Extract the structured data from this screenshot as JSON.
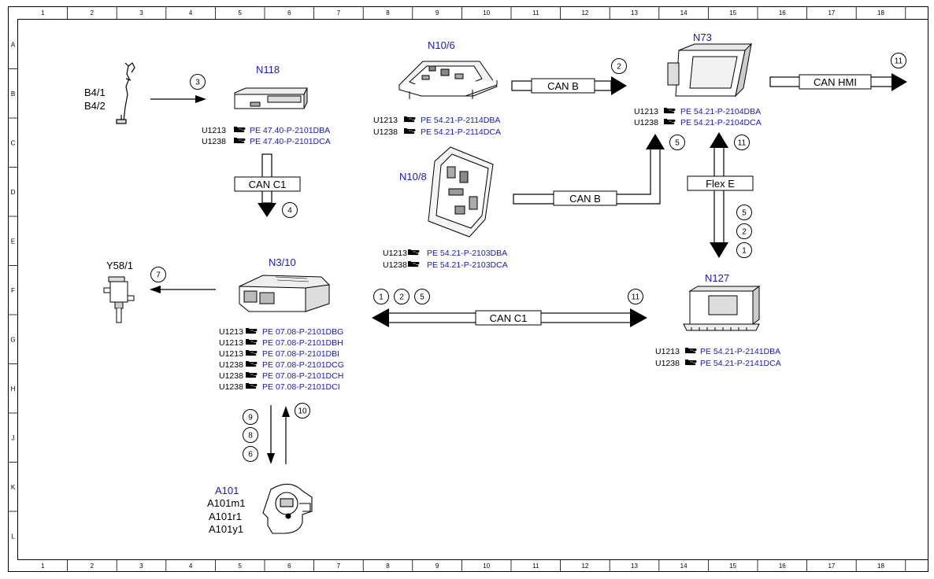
{
  "grid": {
    "columns": [
      "1",
      "2",
      "3",
      "4",
      "5",
      "6",
      "7",
      "8",
      "9",
      "10",
      "11",
      "12",
      "13",
      "14",
      "15",
      "16",
      "17",
      "18"
    ],
    "rows": [
      "A",
      "B",
      "C",
      "D",
      "E",
      "F",
      "G",
      "H",
      "J",
      "K",
      "L"
    ]
  },
  "components": {
    "b4": {
      "labels": [
        "B4/1",
        "B4/2"
      ]
    },
    "n118": {
      "title": "N118",
      "refs": [
        {
          "code": "U1213",
          "doc": "PE 47.40-P-2101DBA"
        },
        {
          "code": "U1238",
          "doc": "PE 47.40-P-2101DCA"
        }
      ]
    },
    "n10_6": {
      "title": "N10/6",
      "refs": [
        {
          "code": "U1213",
          "doc": "PE 54.21-P-2114DBA"
        },
        {
          "code": "U1238",
          "doc": "PE 54.21-P-2114DCA"
        }
      ]
    },
    "n10_8": {
      "title": "N10/8",
      "refs": [
        {
          "code": "U1213",
          "doc": "PE 54.21-P-2103DBA"
        },
        {
          "code": "U1238",
          "doc": "PE 54.21-P-2103DCA"
        }
      ]
    },
    "n73": {
      "title": "N73",
      "refs": [
        {
          "code": "U1213",
          "doc": "PE 54.21-P-2104DBA"
        },
        {
          "code": "U1238",
          "doc": "PE 54.21-P-2104DCA"
        }
      ]
    },
    "n3_10": {
      "title": "N3/10",
      "refs": [
        {
          "code": "U1213",
          "doc": "PE 07.08-P-2101DBG"
        },
        {
          "code": "U1213",
          "doc": "PE 07.08-P-2101DBH"
        },
        {
          "code": "U1213",
          "doc": "PE 07.08-P-2101DBI"
        },
        {
          "code": "U1238",
          "doc": "PE 07.08-P-2101DCG"
        },
        {
          "code": "U1238",
          "doc": "PE 07.08-P-2101DCH"
        },
        {
          "code": "U1238",
          "doc": "PE 07.08-P-2101DCI"
        }
      ]
    },
    "n127": {
      "title": "N127",
      "refs": [
        {
          "code": "U1213",
          "doc": "PE 54.21-P-2141DBA"
        },
        {
          "code": "U1238",
          "doc": "PE 54.21-P-2141DCA"
        }
      ]
    },
    "y58": {
      "title": "Y58/1"
    },
    "a101": {
      "title": "A101",
      "labels": [
        "A101m1",
        "A101r1",
        "A101y1"
      ]
    }
  },
  "buses": {
    "can_b_1": "CAN B",
    "can_b_2": "CAN B",
    "can_hmi": "CAN HMI",
    "can_c1_v": "CAN C1",
    "can_c1_h": "CAN C1",
    "flex_e": "Flex E"
  },
  "steps": {
    "s3": "3",
    "s2": "2",
    "s11a": "11",
    "s4": "4",
    "s5a": "5",
    "s11b": "11",
    "s5b": "5",
    "s2b": "2",
    "s1b": "1",
    "s7": "7",
    "s1a": "1",
    "s2a": "2",
    "s5c": "5",
    "s11c": "11",
    "s9": "9",
    "s8": "8",
    "s6": "6",
    "s10": "10"
  },
  "colors": {
    "reference_link": "#1a1ab8",
    "line": "#000000"
  },
  "icons": {
    "reference": "pointing-hand-icon"
  }
}
